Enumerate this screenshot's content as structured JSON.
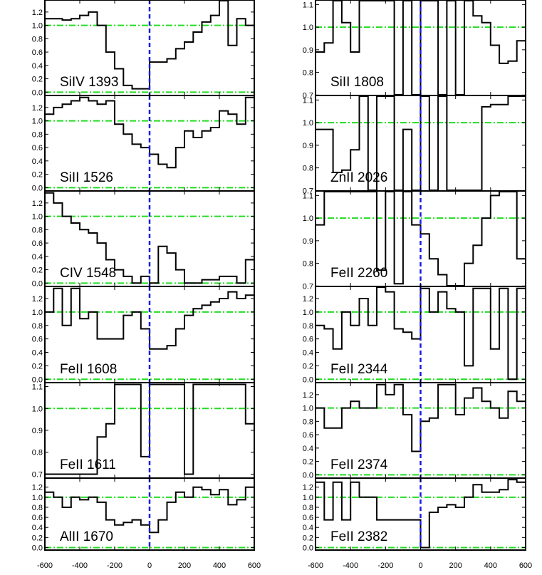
{
  "chart_data": {
    "type": "line",
    "layout": "grid of 6 rows x 2 columns, stacked step-plot panels sharing x axis",
    "x_axis": {
      "ticks": [
        -600,
        -400,
        -200,
        0,
        200,
        400,
        600
      ],
      "tick_labels": [
        "-600",
        "-400",
        "-200",
        "0",
        "200",
        "400",
        "600"
      ],
      "xlim": [
        -600,
        600
      ]
    },
    "reference_lines": {
      "color": "#22dd22",
      "style": "dash-dot",
      "y_values": [
        0.0,
        1.0
      ]
    },
    "zero_velocity_line": {
      "color": "#1a1ae6",
      "style": "dashed",
      "x": 0
    },
    "line_color": "#000000",
    "panels": [
      {
        "label": "SiIV 1393",
        "column": 0,
        "row": 0,
        "ylim": [
          -0.05,
          1.38
        ],
        "yticks": [
          0.0,
          0.2,
          0.4,
          0.6,
          0.8,
          1.0,
          1.2
        ],
        "ytick_labels": [
          "0.0",
          "0.2",
          "0.4",
          "0.6",
          "0.8",
          "1.0",
          "1.2"
        ],
        "x": [
          -600,
          -550,
          -500,
          -450,
          -400,
          -350,
          -300,
          -250,
          -200,
          -150,
          -100,
          -50,
          0,
          50,
          100,
          150,
          200,
          250,
          300,
          350,
          400,
          450,
          500,
          550
        ],
        "y": [
          1.1,
          1.1,
          1.08,
          1.1,
          1.15,
          1.2,
          1.0,
          0.6,
          0.35,
          0.1,
          0.05,
          0.05,
          0.45,
          0.45,
          0.5,
          0.65,
          0.75,
          0.9,
          1.05,
          1.15,
          1.38,
          0.7,
          1.1,
          1.0
        ]
      },
      {
        "label": "SiII 1526",
        "column": 0,
        "row": 1,
        "ylim": [
          -0.05,
          1.38
        ],
        "yticks": [
          0.0,
          0.2,
          0.4,
          0.6,
          0.8,
          1.0,
          1.2
        ],
        "ytick_labels": [
          "0.0",
          "0.2",
          "0.4",
          "0.6",
          "0.8",
          "1.0",
          "1.2"
        ],
        "x": [
          -600,
          -550,
          -500,
          -450,
          -400,
          -350,
          -300,
          -250,
          -200,
          -150,
          -100,
          -50,
          0,
          50,
          100,
          150,
          200,
          250,
          300,
          350,
          400,
          450,
          500,
          550
        ],
        "y": [
          1.1,
          1.2,
          1.25,
          1.3,
          1.35,
          1.3,
          1.25,
          1.3,
          0.95,
          0.8,
          0.65,
          0.6,
          0.5,
          0.35,
          0.3,
          0.6,
          0.85,
          0.75,
          0.85,
          0.9,
          1.15,
          1.1,
          0.95,
          1.35
        ]
      },
      {
        "label": "CIV 1548",
        "column": 0,
        "row": 2,
        "ylim": [
          -0.05,
          1.38
        ],
        "yticks": [
          0.0,
          0.2,
          0.4,
          0.6,
          0.8,
          1.0,
          1.2
        ],
        "ytick_labels": [
          "0.0",
          "0.2",
          "0.4",
          "0.6",
          "0.8",
          "1.0",
          "1.2"
        ],
        "x": [
          -600,
          -550,
          -500,
          -450,
          -400,
          -350,
          -300,
          -250,
          -200,
          -150,
          -100,
          -50,
          0,
          50,
          100,
          150,
          200,
          250,
          300,
          350,
          400,
          450,
          500,
          550
        ],
        "y": [
          1.35,
          1.2,
          1.0,
          0.9,
          0.8,
          0.75,
          0.6,
          0.35,
          0.2,
          0.1,
          0.0,
          0.1,
          0.0,
          0.55,
          0.45,
          0.2,
          0.0,
          0.0,
          0.05,
          0.05,
          0.1,
          0.1,
          0.0,
          0.35
        ]
      },
      {
        "label": "FeII 1608",
        "column": 0,
        "row": 3,
        "ylim": [
          -0.05,
          1.38
        ],
        "yticks": [
          0.0,
          0.2,
          0.4,
          0.6,
          0.8,
          1.0,
          1.2
        ],
        "ytick_labels": [
          "0.0",
          "0.2",
          "0.4",
          "0.6",
          "0.8",
          "1.0",
          "1.2"
        ],
        "x": [
          -600,
          -550,
          -500,
          -450,
          -400,
          -350,
          -300,
          -250,
          -200,
          -150,
          -100,
          -50,
          0,
          50,
          100,
          150,
          200,
          250,
          300,
          350,
          400,
          450,
          500,
          550
        ],
        "y": [
          1.0,
          1.35,
          0.8,
          1.35,
          0.9,
          1.0,
          0.6,
          0.6,
          0.6,
          0.95,
          1.0,
          0.75,
          0.45,
          0.45,
          0.5,
          0.75,
          0.95,
          1.05,
          1.1,
          1.15,
          1.2,
          1.3,
          1.2,
          1.25
        ]
      },
      {
        "label": "FeII 1611",
        "column": 0,
        "row": 4,
        "ylim": [
          0.682,
          1.118
        ],
        "yticks": [
          0.7,
          0.8,
          0.9,
          1.0,
          1.1
        ],
        "ytick_labels": [
          "0.7",
          "0.8",
          "0.9",
          "1.0",
          "1.1"
        ],
        "x": [
          -600,
          -550,
          -500,
          -450,
          -400,
          -350,
          -300,
          -250,
          -200,
          -150,
          -100,
          -50,
          0,
          50,
          100,
          150,
          200,
          250,
          300,
          350,
          400,
          450,
          500,
          550
        ],
        "y": [
          0.7,
          0.7,
          0.7,
          0.7,
          0.7,
          0.7,
          0.87,
          0.93,
          1.11,
          1.11,
          1.11,
          0.78,
          1.11,
          1.11,
          1.11,
          1.11,
          0.7,
          1.11,
          1.11,
          1.11,
          1.11,
          1.11,
          1.11,
          0.93
        ]
      },
      {
        "label": "AlII 1670",
        "column": 0,
        "row": 5,
        "ylim": [
          -0.05,
          1.38
        ],
        "yticks": [
          0.0,
          0.2,
          0.4,
          0.6,
          0.8,
          1.0,
          1.2
        ],
        "ytick_labels": [
          "0.0",
          "0.2",
          "0.4",
          "0.6",
          "0.8",
          "1.0",
          "1.2"
        ],
        "x": [
          -600,
          -550,
          -500,
          -450,
          -400,
          -350,
          -300,
          -250,
          -200,
          -150,
          -100,
          -50,
          0,
          50,
          100,
          150,
          200,
          250,
          300,
          350,
          400,
          450,
          500,
          550
        ],
        "y": [
          1.1,
          1.0,
          0.8,
          1.0,
          0.95,
          1.0,
          0.9,
          0.55,
          0.45,
          0.5,
          0.55,
          0.45,
          0.3,
          0.55,
          0.9,
          1.1,
          1.0,
          1.2,
          1.15,
          1.05,
          1.15,
          0.85,
          0.95,
          1.2
        ]
      },
      {
        "label": "SiII 1808",
        "column": 1,
        "row": 0,
        "ylim": [
          0.698,
          1.12
        ],
        "yticks": [
          0.7,
          0.8,
          0.9,
          1.0,
          1.1
        ],
        "ytick_labels": [
          "0.7",
          "0.8",
          "0.9",
          "1.0",
          "1.1"
        ],
        "x": [
          -600,
          -550,
          -500,
          -450,
          -400,
          -350,
          -300,
          -250,
          -200,
          -150,
          -100,
          -50,
          0,
          50,
          100,
          150,
          200,
          250,
          300,
          350,
          400,
          450,
          500,
          550
        ],
        "y": [
          0.89,
          0.93,
          1.12,
          1.02,
          0.89,
          1.12,
          1.12,
          1.12,
          1.12,
          0.7,
          1.12,
          0.7,
          1.12,
          1.12,
          0.7,
          1.12,
          0.7,
          1.12,
          1.05,
          1.02,
          0.92,
          0.84,
          0.85,
          0.94
        ]
      },
      {
        "label": "ZnII 2026",
        "column": 1,
        "row": 1,
        "ylim": [
          0.698,
          1.12
        ],
        "yticks": [
          0.7,
          0.8,
          0.9,
          1.0,
          1.1
        ],
        "ytick_labels": [
          "0.7",
          "0.8",
          "0.9",
          "1.0",
          "1.1"
        ],
        "x": [
          -600,
          -550,
          -500,
          -450,
          -400,
          -350,
          -300,
          -250,
          -200,
          -150,
          -100,
          -50,
          0,
          50,
          100,
          150,
          200,
          250,
          300,
          350,
          400,
          450,
          500,
          550
        ],
        "y": [
          0.97,
          0.97,
          0.78,
          0.79,
          0.88,
          1.12,
          0.7,
          1.12,
          1.12,
          0.7,
          0.97,
          0.7,
          1.12,
          0.7,
          1.12,
          0.7,
          0.7,
          0.7,
          0.7,
          1.07,
          1.08,
          1.08,
          1.12,
          1.12
        ]
      },
      {
        "label": "FeII 2260",
        "column": 1,
        "row": 2,
        "ylim": [
          0.698,
          1.12
        ],
        "yticks": [
          0.7,
          0.8,
          0.9,
          1.0,
          1.1
        ],
        "ytick_labels": [
          "0.7",
          "0.8",
          "0.9",
          "1.0",
          "1.1"
        ],
        "x": [
          -600,
          -550,
          -500,
          -450,
          -400,
          -350,
          -300,
          -250,
          -200,
          -150,
          -100,
          -50,
          0,
          50,
          100,
          150,
          200,
          250,
          300,
          350,
          400,
          450,
          500,
          550
        ],
        "y": [
          0.97,
          1.12,
          1.12,
          1.12,
          1.12,
          1.12,
          1.12,
          0.77,
          1.12,
          0.71,
          1.12,
          0.97,
          0.93,
          0.82,
          0.75,
          0.7,
          0.7,
          0.8,
          0.88,
          1.0,
          1.1,
          1.12,
          1.12,
          0.82
        ]
      },
      {
        "label": "FeII 2344",
        "column": 1,
        "row": 3,
        "ylim": [
          -0.05,
          1.38
        ],
        "yticks": [
          0.0,
          0.2,
          0.4,
          0.6,
          0.8,
          1.0,
          1.2
        ],
        "ytick_labels": [
          "0.0",
          "0.2",
          "0.4",
          "0.6",
          "0.8",
          "1.0",
          "1.2"
        ],
        "x": [
          -600,
          -550,
          -500,
          -450,
          -400,
          -350,
          -300,
          -250,
          -200,
          -150,
          -100,
          -50,
          0,
          50,
          100,
          150,
          200,
          250,
          300,
          350,
          400,
          450,
          500,
          550
        ],
        "y": [
          0.8,
          0.75,
          0.45,
          1.0,
          0.8,
          1.2,
          0.8,
          1.4,
          1.3,
          0.75,
          0.7,
          0.6,
          1.35,
          1.0,
          1.3,
          1.05,
          1.0,
          0.2,
          1.35,
          1.35,
          0.45,
          1.35,
          0.0,
          1.35
        ]
      },
      {
        "label": "FeII 2374",
        "column": 1,
        "row": 4,
        "ylim": [
          -0.05,
          1.38
        ],
        "yticks": [
          0.0,
          0.2,
          0.4,
          0.6,
          0.8,
          1.0,
          1.2
        ],
        "ytick_labels": [
          "0.0",
          "0.2",
          "0.4",
          "0.6",
          "0.8",
          "1.0",
          "1.2"
        ],
        "x": [
          -600,
          -550,
          -500,
          -450,
          -400,
          -350,
          -300,
          -250,
          -200,
          -150,
          -100,
          -50,
          0,
          50,
          100,
          150,
          200,
          250,
          300,
          350,
          400,
          450,
          500,
          550
        ],
        "y": [
          1.0,
          0.7,
          0.7,
          1.0,
          1.1,
          1.0,
          1.0,
          1.35,
          1.2,
          1.35,
          0.9,
          0.35,
          0.8,
          0.85,
          1.35,
          1.35,
          0.9,
          1.15,
          1.3,
          1.1,
          1.0,
          0.85,
          1.25,
          1.1
        ]
      },
      {
        "label": "FeII 2382",
        "column": 1,
        "row": 5,
        "ylim": [
          -0.05,
          1.38
        ],
        "yticks": [
          0.0,
          0.2,
          0.4,
          0.6,
          0.8,
          1.0,
          1.2
        ],
        "ytick_labels": [
          "0.0",
          "0.2",
          "0.4",
          "0.6",
          "0.8",
          "1.0",
          "1.2"
        ],
        "x": [
          -600,
          -550,
          -500,
          -450,
          -400,
          -350,
          -300,
          -250,
          -200,
          -150,
          -100,
          -50,
          0,
          50,
          100,
          150,
          200,
          250,
          300,
          350,
          400,
          450,
          500,
          550
        ],
        "y": [
          1.3,
          0.55,
          1.3,
          0.55,
          1.3,
          1.0,
          1.0,
          0.55,
          0.55,
          0.55,
          0.55,
          0.55,
          0.0,
          0.7,
          0.8,
          0.85,
          0.8,
          1.0,
          1.25,
          1.1,
          1.1,
          1.15,
          1.35,
          1.3
        ]
      }
    ]
  }
}
